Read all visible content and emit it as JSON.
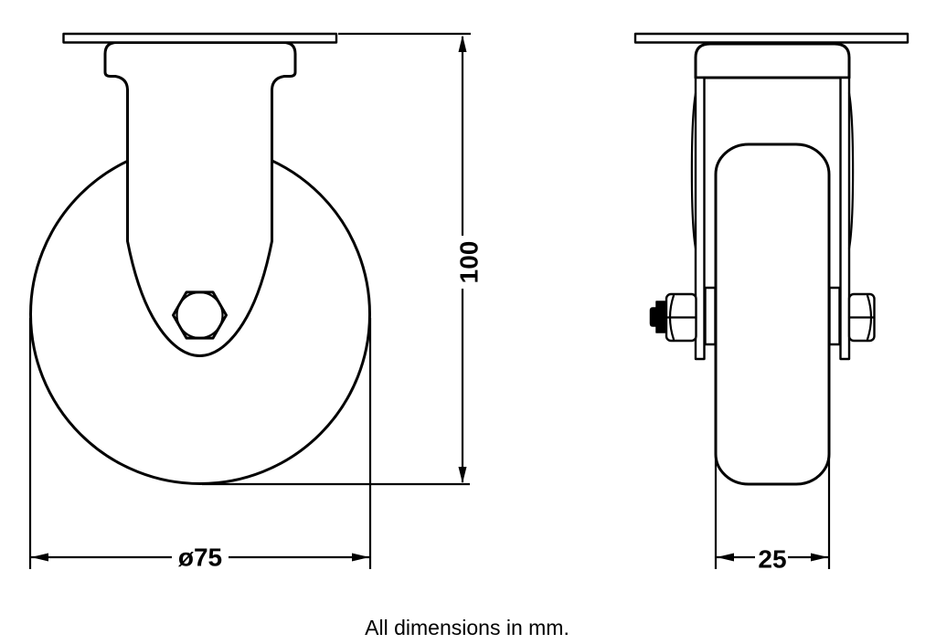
{
  "dimensions": {
    "height": "100",
    "wheel_diameter": "ø75",
    "wheel_width": "25"
  },
  "caption": "All dimensions in mm.",
  "colors": {
    "line": "#000000",
    "background": "#ffffff"
  }
}
